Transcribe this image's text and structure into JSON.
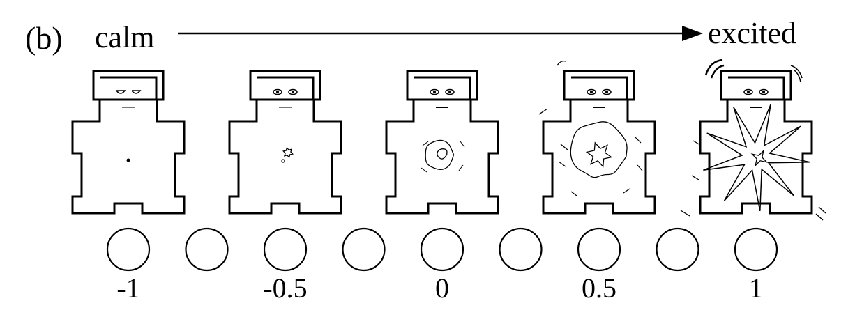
{
  "panel_label": "(b)",
  "scale": {
    "left_label": "calm",
    "right_label": "excited"
  },
  "figures": [
    {
      "level": "-1"
    },
    {
      "level": "-0.5"
    },
    {
      "level": "0"
    },
    {
      "level": "0.5"
    },
    {
      "level": "1"
    }
  ],
  "option_circle_count": 9,
  "tick_labels": [
    "-1",
    "-0.5",
    "0",
    "0.5",
    "1"
  ]
}
